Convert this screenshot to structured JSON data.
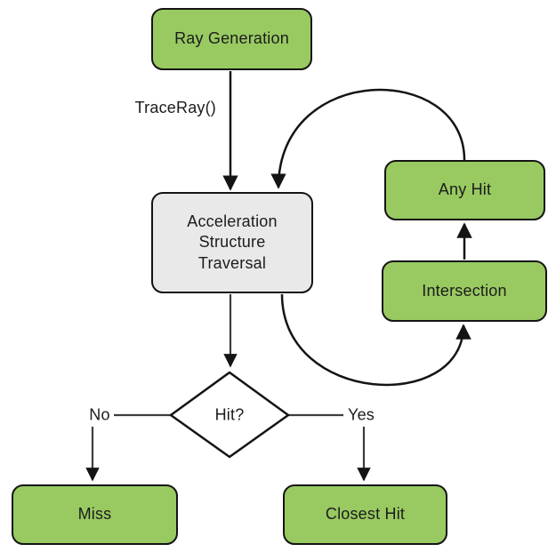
{
  "diagram": {
    "title_hint": "ray tracing pipeline flowchart",
    "background": "#ffffff"
  },
  "colors": {
    "node_green": "#99ca62",
    "node_gray": "#e9e9e9",
    "node_white": "#ffffff",
    "stroke": "#141414",
    "soft_stroke": "#3d3d3d",
    "text": "#1c1c1c",
    "canvas_bg": "#ffffff"
  },
  "nodes": {
    "ray_generation": {
      "label": "Ray Generation",
      "shape": "rounded-rect",
      "fill": "green"
    },
    "traversal": {
      "label": "Acceleration Structure Traversal",
      "shape": "rounded-rect",
      "fill": "gray"
    },
    "any_hit": {
      "label": "Any Hit",
      "shape": "rounded-rect",
      "fill": "green"
    },
    "intersection": {
      "label": "Intersection",
      "shape": "rounded-rect",
      "fill": "green"
    },
    "hit_decision": {
      "label": "Hit?",
      "shape": "diamond",
      "fill": "white"
    },
    "miss": {
      "label": "Miss",
      "shape": "rounded-rect",
      "fill": "green"
    },
    "closest_hit": {
      "label": "Closest Hit",
      "shape": "rounded-rect",
      "fill": "green"
    }
  },
  "edge_labels": {
    "trace_ray": "TraceRay()",
    "no": "No",
    "yes": "Yes"
  }
}
